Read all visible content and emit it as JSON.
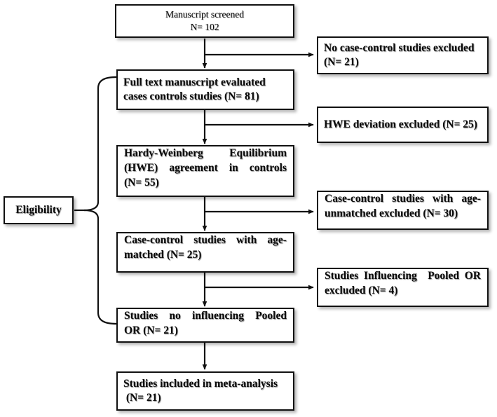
{
  "diagram": {
    "title": "PRISMA-style study selection flow diagram",
    "type": "flowchart"
  },
  "main_boxes": [
    {
      "id": "manuscript-screened",
      "justified": false,
      "align": "center",
      "style": "plain",
      "lines": [
        "Manuscript screened",
        "N= 102"
      ],
      "count": 102
    },
    {
      "id": "full-text-evaluated",
      "justified": false,
      "align": "left",
      "style": "bold",
      "lines": [
        "Full text manuscript evaluated",
        "cases controls studies (N= 81)"
      ],
      "count": 81
    },
    {
      "id": "hwe-agreement",
      "justified": true,
      "align": "justify",
      "style": "bold",
      "jlines": [
        [
          "Hardy-Weinberg",
          "Equilibrium"
        ],
        [
          "(HWE)",
          "agreement",
          "in",
          "controls"
        ],
        [
          "(N= 55)"
        ]
      ],
      "count": 55
    },
    {
      "id": "age-matched",
      "justified": true,
      "align": "justify",
      "style": "bold",
      "jlines": [
        [
          "Case-control",
          "studies",
          "with",
          "age-"
        ],
        [
          "matched (N= 25)"
        ]
      ],
      "count": 25
    },
    {
      "id": "no-influencing-pooled-or",
      "justified": true,
      "align": "justify",
      "style": "bold",
      "jlines": [
        [
          "Studies",
          "no",
          "influencing",
          "Pooled"
        ],
        [
          "OR (N= 21)"
        ]
      ],
      "count": 21
    },
    {
      "id": "included-meta-analysis",
      "justified": false,
      "align": "left",
      "style": "bold",
      "lines": [
        "Studies included in meta-analysis",
        " (N= 21)"
      ],
      "count": 21
    }
  ],
  "excluded_boxes": [
    {
      "id": "no-case-control-excluded",
      "justified": false,
      "align": "left",
      "lines": [
        "No case-control studies excluded",
        "(N= 21)"
      ],
      "count": 21
    },
    {
      "id": "hwe-deviation-excluded",
      "justified": false,
      "align": "left",
      "lines": [
        "HWE deviation excluded (N= 25)"
      ],
      "count": 25
    },
    {
      "id": "age-unmatched-excluded",
      "justified": true,
      "align": "justify",
      "jlines": [
        [
          "Case-control",
          "studies",
          "with",
          "age-"
        ],
        [
          "unmatched excluded (N= 30)"
        ]
      ],
      "count": 30
    },
    {
      "id": "influencing-pooled-or-excluded",
      "justified": true,
      "align": "justify",
      "jlines": [
        [
          "Studies",
          "Influencing",
          "",
          "Pooled",
          "OR"
        ],
        [
          "excluded (N= 4)"
        ]
      ],
      "count": 4
    }
  ],
  "side_label": {
    "id": "eligibility",
    "text": "Eligibility"
  },
  "colors": {
    "box_border": "#111111",
    "box_fill": "#ffffff",
    "text": "#0a0a0a",
    "connector": "#111111",
    "page_background": "#ffffff"
  }
}
